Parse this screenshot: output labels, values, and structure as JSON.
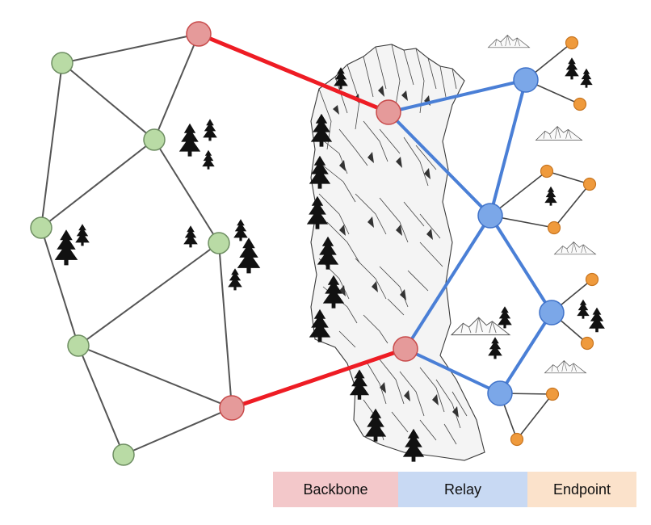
{
  "colors": {
    "backbone_fill": "#e59a9a",
    "backbone_stroke": "#c84a4a",
    "backbone_link": "#ee1c24",
    "relay_fill": "#7ba7e8",
    "relay_stroke": "#3f72c9",
    "relay_link": "#4a7fd6",
    "endpoint_fill": "#ef9a3c",
    "endpoint_stroke": "#c87520",
    "endpoint_link": "#444444",
    "green_fill": "#b9dba5",
    "green_stroke": "#6e8e62",
    "green_link": "#555555",
    "legend_backbone_bg": "#f3c8ca",
    "legend_relay_bg": "#c8d9f3",
    "legend_endpoint_bg": "#fbe2cb"
  },
  "legend": {
    "backbone": "Backbone",
    "relay": "Relay",
    "endpoint": "Endpoint"
  }
}
